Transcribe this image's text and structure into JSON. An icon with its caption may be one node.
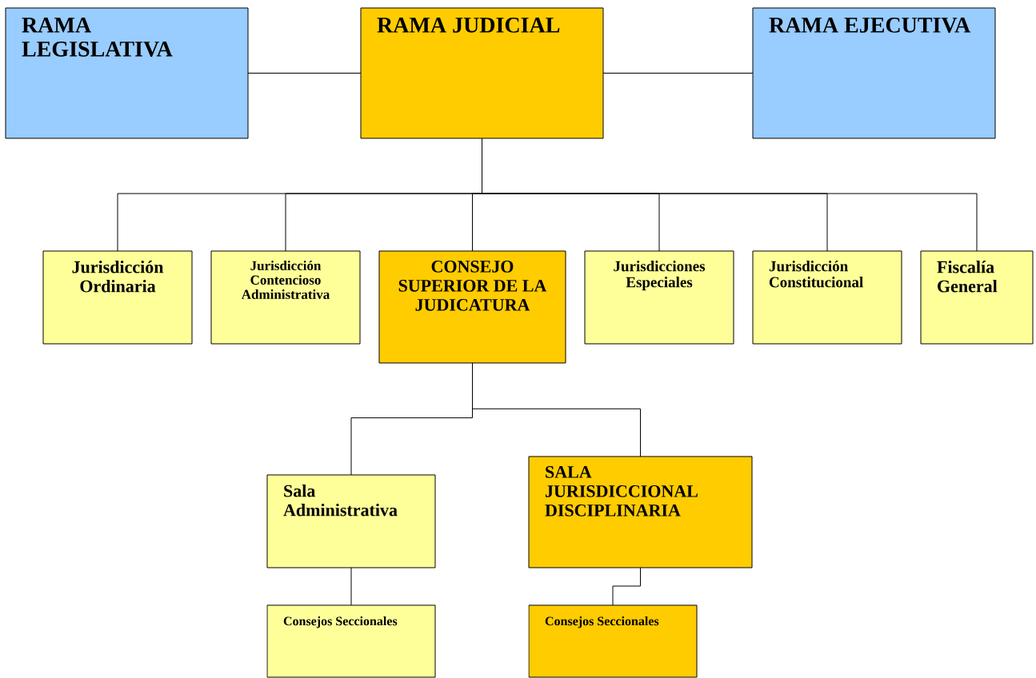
{
  "diagram": {
    "nodes": [
      {
        "text": [
          "RAMA LEGISLATIVA"
        ]
      },
      {
        "text": [
          "RAMA JUDICIAL"
        ]
      },
      {
        "text": [
          "RAMA EJECUTIVA"
        ]
      },
      {
        "text": [
          "Jurisdicción Ordinaria"
        ]
      },
      {
        "text": [
          "Jurisdicción Contencioso Administrativa"
        ]
      },
      {
        "text": [
          "CONSEJO SUPERIOR DE LA JUDICATURA"
        ]
      },
      {
        "text": [
          "Jurisdicciones Especiales"
        ]
      },
      {
        "text": [
          "Jurisdicción Constitucional"
        ]
      },
      {
        "text": [
          "Fiscalía General"
        ]
      },
      {
        "text": [
          "Sala Administrativa"
        ]
      },
      {
        "text": [
          "SALA JURISDICCIONAL DISCIPLINARIA"
        ]
      },
      {
        "text": [
          "Consejos Seccionales"
        ]
      },
      {
        "text": [
          "Consejos Seccionales"
        ]
      }
    ],
    "edges": [
      {
        "from": 0,
        "to": 1,
        "arrow": "none"
      },
      {
        "from": 1,
        "to": 2,
        "arrow": "none"
      },
      {
        "from": 1,
        "to": 3,
        "arrow": "none"
      },
      {
        "from": 1,
        "to": 4,
        "arrow": "none"
      },
      {
        "from": 1,
        "to": 5,
        "arrow": "none"
      },
      {
        "from": 1,
        "to": 6,
        "arrow": "none"
      },
      {
        "from": 1,
        "to": 7,
        "arrow": "none"
      },
      {
        "from": 1,
        "to": 8,
        "arrow": "none"
      },
      {
        "from": 5,
        "to": 9,
        "arrow": "none"
      },
      {
        "from": 5,
        "to": 10,
        "arrow": "none"
      },
      {
        "from": 9,
        "to": 11,
        "arrow": "none"
      },
      {
        "from": 10,
        "to": 12,
        "arrow": "none"
      }
    ]
  }
}
